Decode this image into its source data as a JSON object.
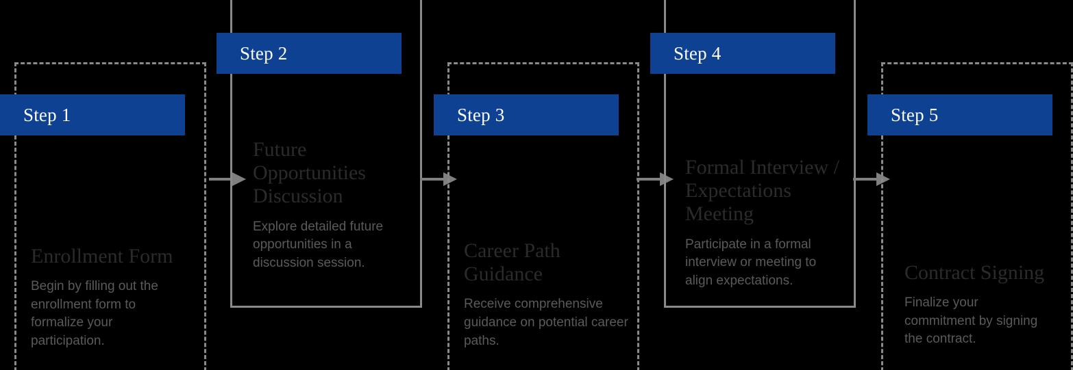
{
  "diagram": {
    "type": "process-flow",
    "title": "",
    "orientation": "horizontal",
    "accent_color": "#0f4193",
    "frame_color": "#8a8a8a",
    "arrow_color": "#808080",
    "background_color": "#000000",
    "title_color": "#2b2b2b",
    "desc_color": "#5a5a5a",
    "badge_text_color": "#ffffff"
  },
  "steps": [
    {
      "badge": "Step 1",
      "title": "Enrollment Form",
      "description": "Begin by filling out the enrollment form to formalize your participation.",
      "frame_style": "dashed",
      "position": "lower"
    },
    {
      "badge": "Step 2",
      "title": "Future Opportunities Discussion",
      "description": "Explore detailed future opportunities in a discussion session.",
      "frame_style": "solid",
      "position": "upper"
    },
    {
      "badge": "Step 3",
      "title": "Career Path Guidance",
      "description": "Receive comprehensive guidance on potential career paths.",
      "frame_style": "dashed",
      "position": "lower"
    },
    {
      "badge": "Step 4",
      "title": "Formal Interview / Expectations Meeting",
      "description": "Participate in a formal interview or meeting to align expectations.",
      "frame_style": "solid",
      "position": "upper"
    },
    {
      "badge": "Step 5",
      "title": "Contract Signing",
      "description": "Finalize your commitment by signing the contract.",
      "frame_style": "dashed",
      "position": "lower"
    }
  ],
  "connectors": [
    {
      "name": "arrow-step1-to-step2",
      "glyph": "arrow-right-icon"
    },
    {
      "name": "arrow-step2-to-step3",
      "glyph": "arrow-right-icon"
    },
    {
      "name": "arrow-step3-to-step4",
      "glyph": "arrow-right-icon"
    },
    {
      "name": "arrow-step4-to-step5",
      "glyph": "arrow-right-icon"
    }
  ]
}
